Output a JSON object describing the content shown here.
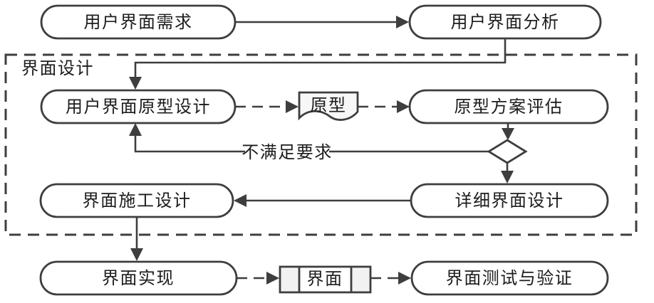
{
  "group": {
    "label": "界面设计"
  },
  "nodes": {
    "requirements": {
      "label": "用户界面需求",
      "shape": "stadium"
    },
    "analysis": {
      "label": "用户界面分析",
      "shape": "stadium"
    },
    "prototype_design": {
      "label": "用户界面原型设计",
      "shape": "stadium"
    },
    "prototype_doc": {
      "label": "原型",
      "shape": "document"
    },
    "evaluation": {
      "label": "原型方案评估",
      "shape": "stadium"
    },
    "decision": {
      "label": "",
      "shape": "diamond"
    },
    "detailed_design": {
      "label": "详细界面设计",
      "shape": "stadium"
    },
    "construction_design": {
      "label": "界面施工设计",
      "shape": "stadium"
    },
    "implementation": {
      "label": "界面实现",
      "shape": "stadium"
    },
    "interface_artifact": {
      "label": "界面",
      "shape": "predefined-process"
    },
    "testing": {
      "label": "界面测试与验证",
      "shape": "stadium"
    }
  },
  "edges": {
    "feedback_label": "不满足要求"
  },
  "colors": {
    "stroke": "#3e3e3e",
    "text": "#1c1c1c",
    "node_fill": "#ffffff",
    "shade_fill": "#f2f2f2",
    "background": "#ffffff"
  }
}
